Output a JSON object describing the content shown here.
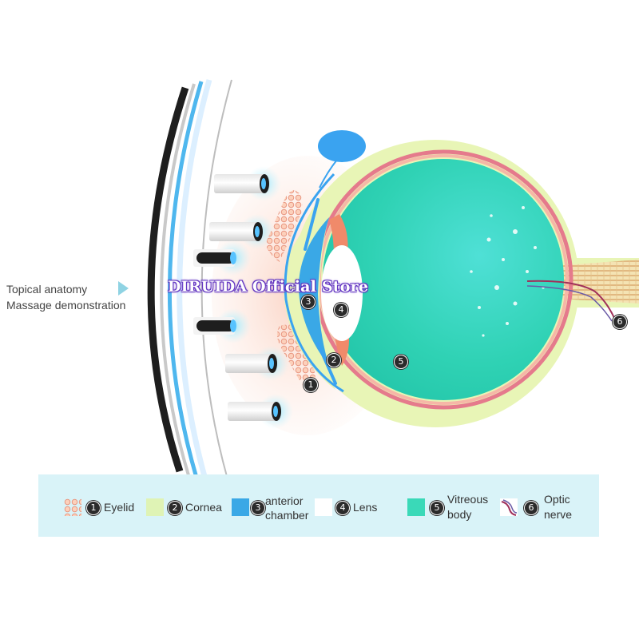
{
  "caption": {
    "line1": "Topical anatomy",
    "line2": "Massage demonstration"
  },
  "watermark": "DIRUIDA Official Store",
  "markers": {
    "eyelid": "1",
    "cornea": "2",
    "anterior_chamber": "3",
    "lens": "4",
    "vitreous_body": "5",
    "optic_nerve": "6"
  },
  "legend": {
    "items": [
      {
        "num": "1",
        "label_line1": "Eyelid",
        "label_line2": "",
        "swatch": "eyelid-texture",
        "color": "#f6b7a0"
      },
      {
        "num": "2",
        "label_line1": "Cornea",
        "label_line2": "",
        "swatch": "solid",
        "color": "#dff3b5"
      },
      {
        "num": "3",
        "label_line1": "anterior",
        "label_line2": "chamber",
        "swatch": "solid",
        "color": "#3aa8e6"
      },
      {
        "num": "4",
        "label_line1": "Lens",
        "label_line2": "",
        "swatch": "solid",
        "color": "#ffffff"
      },
      {
        "num": "5",
        "label_line1": "Vitreous",
        "label_line2": "body",
        "swatch": "solid",
        "color": "#3ad9b8"
      },
      {
        "num": "6",
        "label_line1": "Optic",
        "label_line2": "nerve",
        "swatch": "nerve-lines",
        "color": "#a0305a"
      }
    ]
  },
  "colors": {
    "legend_bg": "#d9f3f8",
    "device_ring_dark": "#1e1e1e",
    "device_ring_blue": "#4fb7ee",
    "sclera": "#e8f5b6",
    "choroid": "#e57a8c",
    "vitreous": "#3ad9b8",
    "cornea_blue": "#3aa8e6",
    "skin_glow": "#fbd8cc"
  }
}
